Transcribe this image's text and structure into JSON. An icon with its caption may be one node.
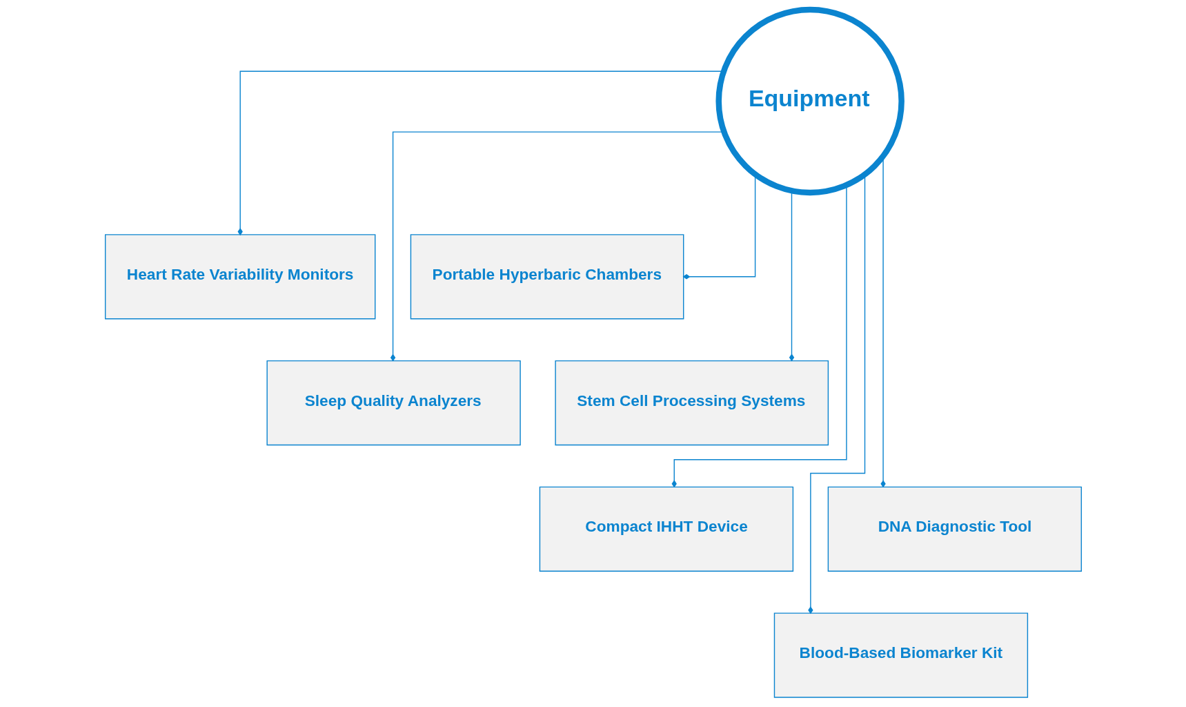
{
  "diagram": {
    "nodes": [
      {
        "text": [
          "Equipment"
        ]
      },
      {
        "text": [
          "Heart Rate Variability Monitors"
        ]
      },
      {
        "text": [
          "Portable Hyperbaric Chambers"
        ]
      },
      {
        "text": [
          "Sleep Quality Analyzers"
        ]
      },
      {
        "text": [
          "Stem Cell Processing Systems"
        ]
      },
      {
        "text": [
          "Compact IHHT Device"
        ]
      },
      {
        "text": [
          "DNA Diagnostic Tool"
        ]
      },
      {
        "text": [
          "Blood-Based Biomarker Kit"
        ]
      }
    ],
    "edges": [
      {
        "from": 0,
        "to": 1,
        "arrow": "other"
      },
      {
        "from": 0,
        "to": 2,
        "arrow": "other"
      },
      {
        "from": 0,
        "to": 3,
        "arrow": "other"
      },
      {
        "from": 0,
        "to": 4,
        "arrow": "other"
      },
      {
        "from": 0,
        "to": 5,
        "arrow": "other"
      },
      {
        "from": 0,
        "to": 6,
        "arrow": "other"
      },
      {
        "from": 0,
        "to": 7,
        "arrow": "other"
      }
    ]
  }
}
